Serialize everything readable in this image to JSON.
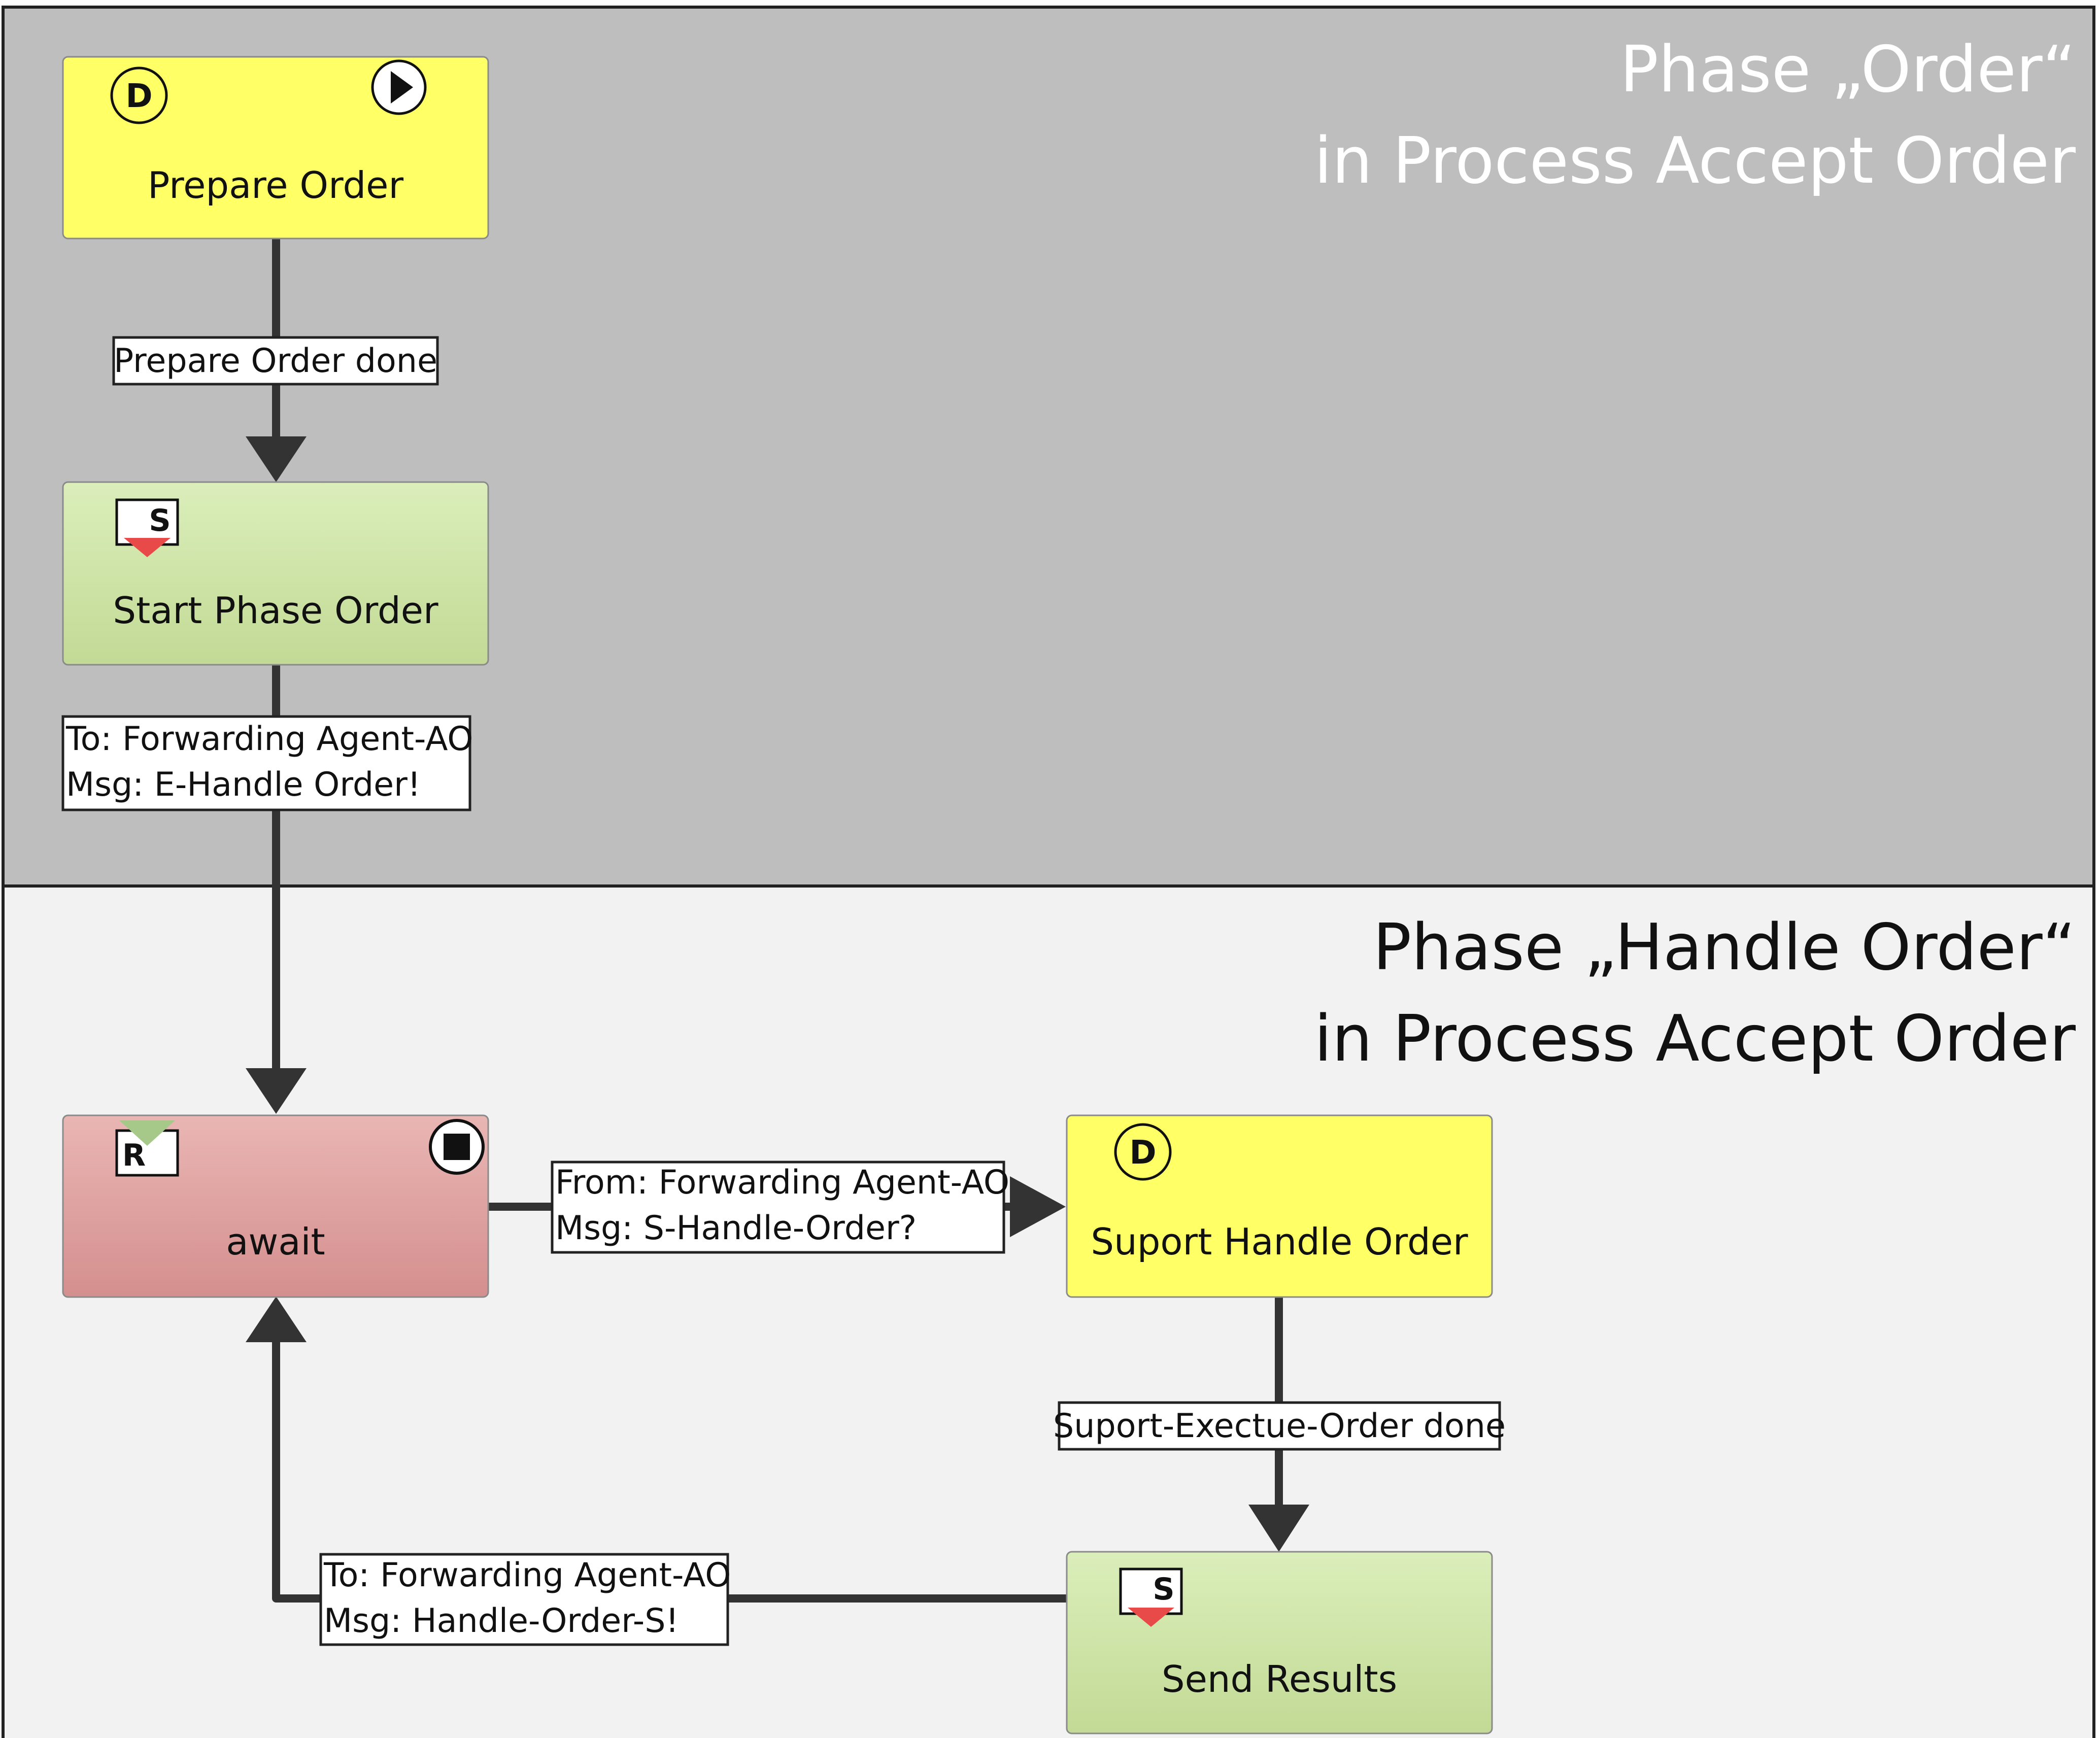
{
  "phases": {
    "order": {
      "title_line1": "Phase „Order“",
      "title_line2": "in Process Accept Order"
    },
    "handle": {
      "title_line1": "Phase „Handle Order“",
      "title_line2": "in Process Accept Order"
    }
  },
  "nodes": {
    "prepare_order": {
      "label": "Prepare Order",
      "badge": "D",
      "icon": "play-icon"
    },
    "start_phase_order": {
      "label": "Start Phase Order",
      "badge": "S",
      "icon": "send-message-icon"
    },
    "await": {
      "label": "await",
      "badge": "R",
      "icon": "receive-message-icon",
      "end_icon": "stop-icon"
    },
    "suport_handle_order": {
      "label": "Suport Handle Order",
      "badge": "D"
    },
    "send_results": {
      "label": "Send Results",
      "badge": "S",
      "icon": "send-message-icon"
    }
  },
  "edges": {
    "prepare_done": {
      "text": "Prepare Order done"
    },
    "start_to_await": {
      "line1": "To: Forwarding Agent-AO",
      "line2": "Msg: E-Handle Order!"
    },
    "await_to_support": {
      "line1": "From: Forwarding Agent-AO",
      "line2": "Msg: S-Handle-Order?"
    },
    "support_done": {
      "text": "Suport-Exectue-Order done"
    },
    "results_to_await": {
      "line1": "To: Forwarding Agent-AO",
      "line2": "Msg: Handle-Order-S!"
    }
  },
  "colors": {
    "phase_order_bg": "#bebebe",
    "phase_handle_bg": "#f2f2f2",
    "phase_order_title": "#ffffff",
    "phase_handle_title": "#111111",
    "do_state": "#ffff66",
    "send_state_top": "#d9ecb7",
    "send_state_bottom": "#c4dc98",
    "receive_state_top": "#e8b4b2",
    "receive_state_bottom": "#d69392",
    "edge": "#333333",
    "send_triangle": "#e84a4a",
    "receive_triangle": "#a6c98a"
  }
}
